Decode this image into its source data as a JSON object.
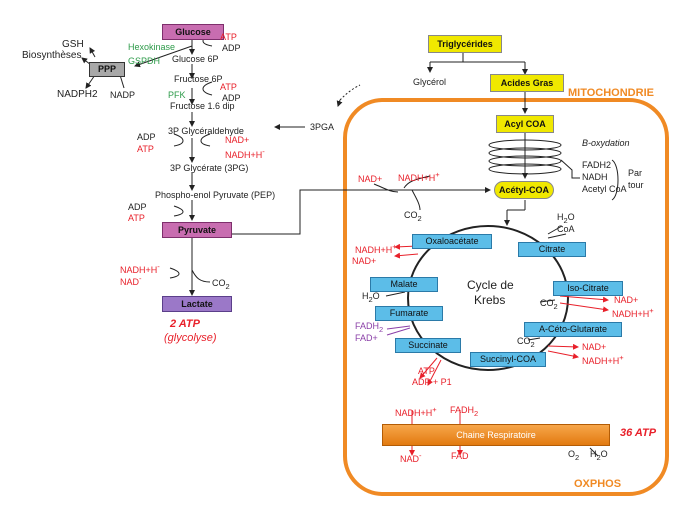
{
  "nodes": {
    "glucose": "Glucose",
    "pyruvate": "Pyruvate",
    "lactate": "Lactate",
    "ppp": "PPP",
    "triglycerides": "Triglycérides",
    "acides_gras": "Acides Gras",
    "acyl_coa": "Acyl COA",
    "acetyl_coa": "Acétyl-COA",
    "oxaloacetate": "Oxaloacétate",
    "citrate": "Citrate",
    "malate": "Malate",
    "iso_citrate": "Iso-Citrate",
    "fumarate": "Fumarate",
    "a_ceto_glutarate": "A-Céto-Glutarate",
    "succinate": "Succinate",
    "succinyl_coa": "Succinyl-COA",
    "chaine_respiratoire": "Chaine Respiratoire"
  },
  "glycolysis": {
    "glucose_6p": "Glucose 6P",
    "fructose_6p": "Fructose 6P",
    "fructose_16": "Fructose 1.6 dip",
    "glyceraldehyde": "3P Glycéraldehyde",
    "glycerate": "3P Glycérate (3PG)",
    "pep": "Phospho-enol Pyruvate (PEP)",
    "atp1": "ATP",
    "adp1": "ADP",
    "atp2": "ATP",
    "adp2": "ADP",
    "hexokinase": "Hexokinase",
    "gspdh": "GSPDH",
    "pfk": "PFK",
    "adp3": "ADP",
    "atp3": "ATP",
    "nad1": "NAD+",
    "nadh1": "NADH+H",
    "adp4": "ADP",
    "atp4": "ATP",
    "nadh_lac": "NADH+H",
    "nad_lac": "NAD",
    "co2_lac": "CO",
    "atp_total": "2 ATP",
    "glycolyse": "(glycolyse)"
  },
  "ppp_side": {
    "gsh": "GSH",
    "biosyntheses": "Biosynthèses",
    "nadph2": "NADPH2",
    "nadp": "NADP"
  },
  "lipids": {
    "glycerol": "Glycérol",
    "pga": "3PGA",
    "b_oxydation": "B-oxydation",
    "fadh2": "FADH2",
    "nadh": "NADH",
    "acetyl_coa_text": "Acetyl CoA",
    "par": "Par",
    "tour": "tour"
  },
  "mito": {
    "mitochondrie": "MITOCHONDRIE",
    "oxphos": "OXPHOS",
    "nad_pdh": "NAD+",
    "nadh_pdh": "NADH+H",
    "co2_pdh": "CO",
    "h2o_top": "H",
    "coa_top": "CoA",
    "cycle_de": "Cycle de",
    "krebs": "Krebs",
    "nadh_oxa": "NADH+H",
    "nad_oxa": "NAD+",
    "h2o_mal": "H",
    "fadh2_fum": "FADH",
    "fad_fum": "FAD+",
    "co2_iso": "CO",
    "nad_iso": "NAD+",
    "nadh_iso": "NADH+H",
    "co2_akg": "CO",
    "nad_akg": "NAD+",
    "nadh_akg": "NADH+H",
    "atp_suc": "ATP",
    "adp_suc": "ADP + P1",
    "nadh_resp": "NADH+H",
    "fadh2_resp": "FADH",
    "nad_resp": "NAD",
    "fad_resp": "FAD",
    "o2": "O",
    "h2o_resp": "H",
    "atp36": "36 ATP"
  },
  "colors": {
    "orange": "#f08a24",
    "red": "#e8202a",
    "green": "#2e9b4a",
    "purple": "#8a3fa7",
    "pink": "#c86db0",
    "yellow": "#f0e800",
    "blue": "#5cbde8"
  }
}
